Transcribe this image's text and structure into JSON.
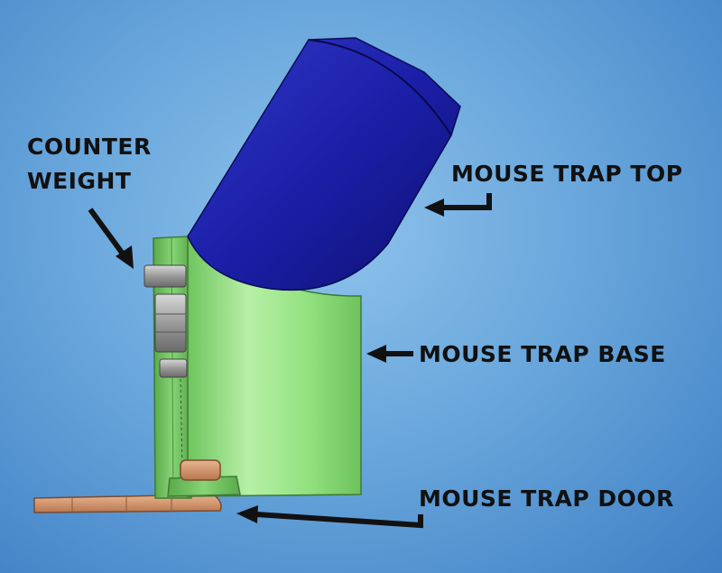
{
  "labels": {
    "counter_weight": [
      "COUNTER",
      "WEIGHT"
    ],
    "top": "MOUSE TRAP TOP",
    "base": "MOUSE TRAP BASE",
    "door": "MOUSE TRAP DOOR"
  },
  "colors": {
    "top_body": "#1b1fa8",
    "base_body": "#8fe07c",
    "plate": "#7fd06e",
    "door": "#d99a6c",
    "hardware": "#a9a9a9",
    "text": "#111111"
  }
}
